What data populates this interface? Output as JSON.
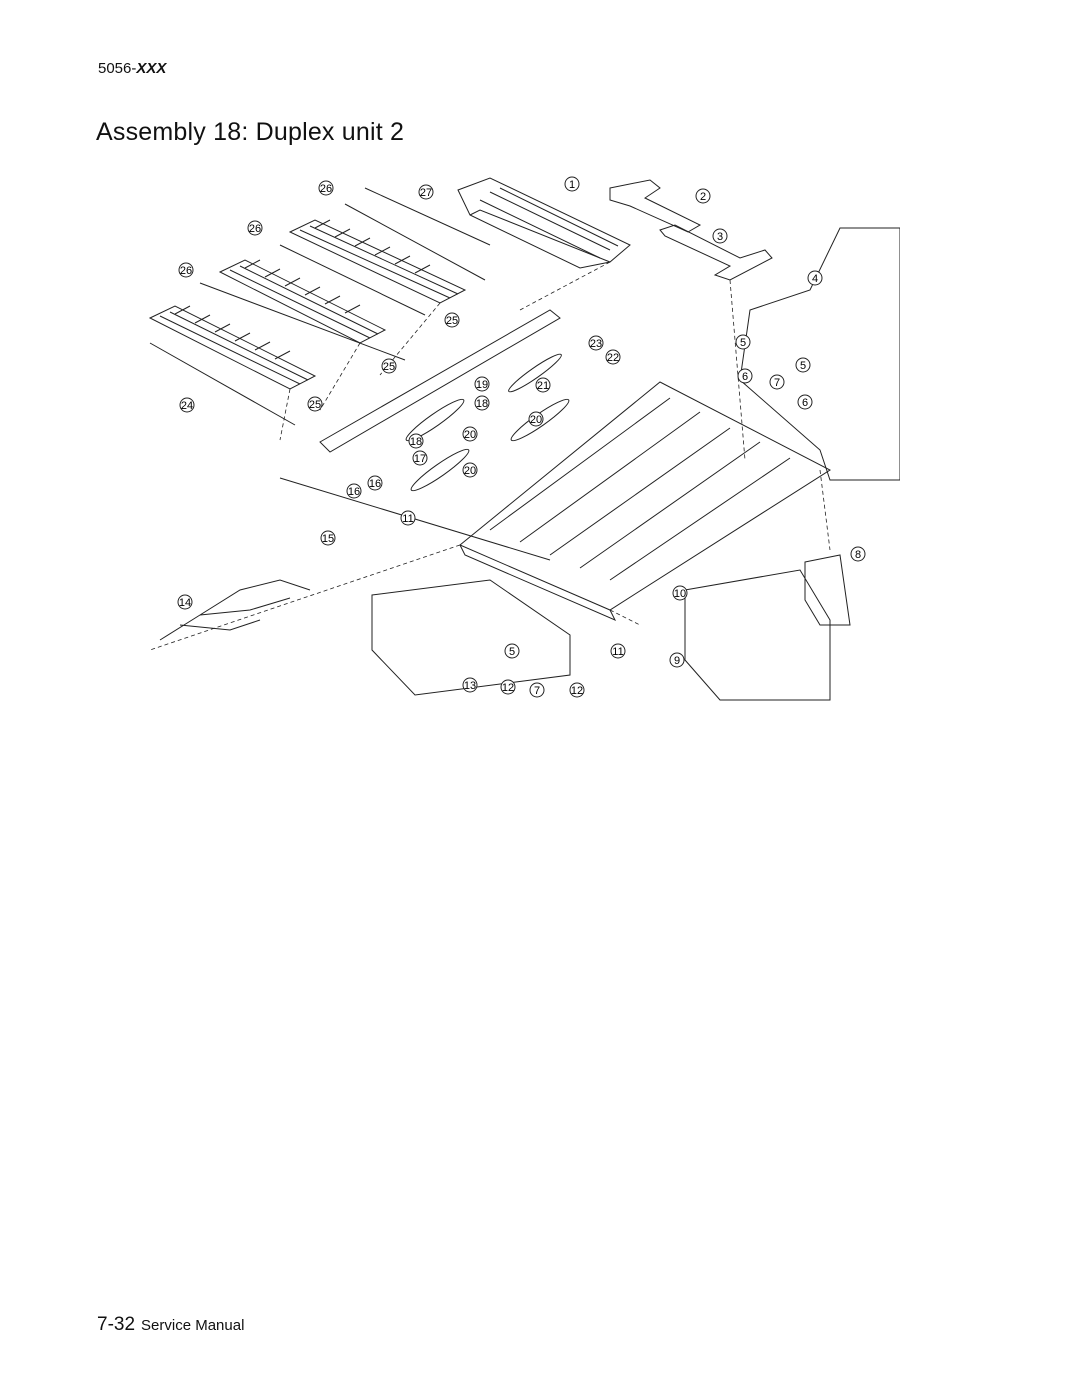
{
  "header": {
    "model_prefix": "5056-",
    "model_suffix": "XXX"
  },
  "title": "Assembly 18:  Duplex unit 2",
  "footer": {
    "page_number": "7-32",
    "label": "Service Manual"
  },
  "callouts": [
    "1",
    "2",
    "3",
    "4",
    "5",
    "5",
    "5",
    "6",
    "6",
    "7",
    "7",
    "8",
    "9",
    "10",
    "11",
    "11",
    "12",
    "12",
    "13",
    "14",
    "15",
    "16",
    "16",
    "17",
    "18",
    "18",
    "19",
    "20",
    "20",
    "20",
    "21",
    "22",
    "23",
    "24",
    "25",
    "25",
    "25",
    "26",
    "26",
    "26",
    "27"
  ]
}
